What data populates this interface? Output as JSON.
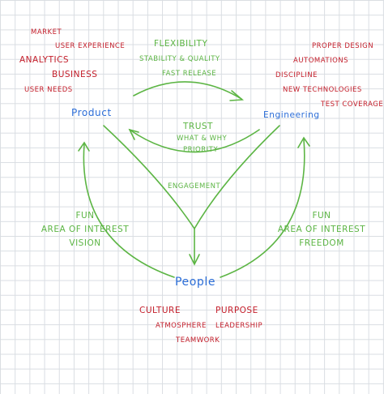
{
  "nodes": {
    "product": "Product",
    "engineering": "Engineering",
    "people": "People"
  },
  "product_topics": [
    "Market",
    "User Experience",
    "Analytics",
    "Business",
    "User Needs"
  ],
  "engineering_topics": [
    "Proper Design",
    "Automations",
    "Discipline",
    "New Technologies",
    "Test Coverage"
  ],
  "people_topics": [
    "Culture",
    "Purpose",
    "Atmosphere",
    "Leadership",
    "Teamwork"
  ],
  "product_engineering_top": [
    "Flexibility",
    "Stability & Quality",
    "Fast Release"
  ],
  "engineering_product_bottom": [
    "Trust",
    "What & Why",
    "Priority"
  ],
  "engagement": "Engagement",
  "people_product": [
    "Fun",
    "Area of Interest",
    "Vision"
  ],
  "people_engineering": [
    "Fun",
    "Area of Interest",
    "Freedom"
  ],
  "colors": {
    "red": "#c41e2a",
    "green": "#5cb544",
    "blue": "#2c6ed8",
    "grid": "#d9dde2"
  }
}
